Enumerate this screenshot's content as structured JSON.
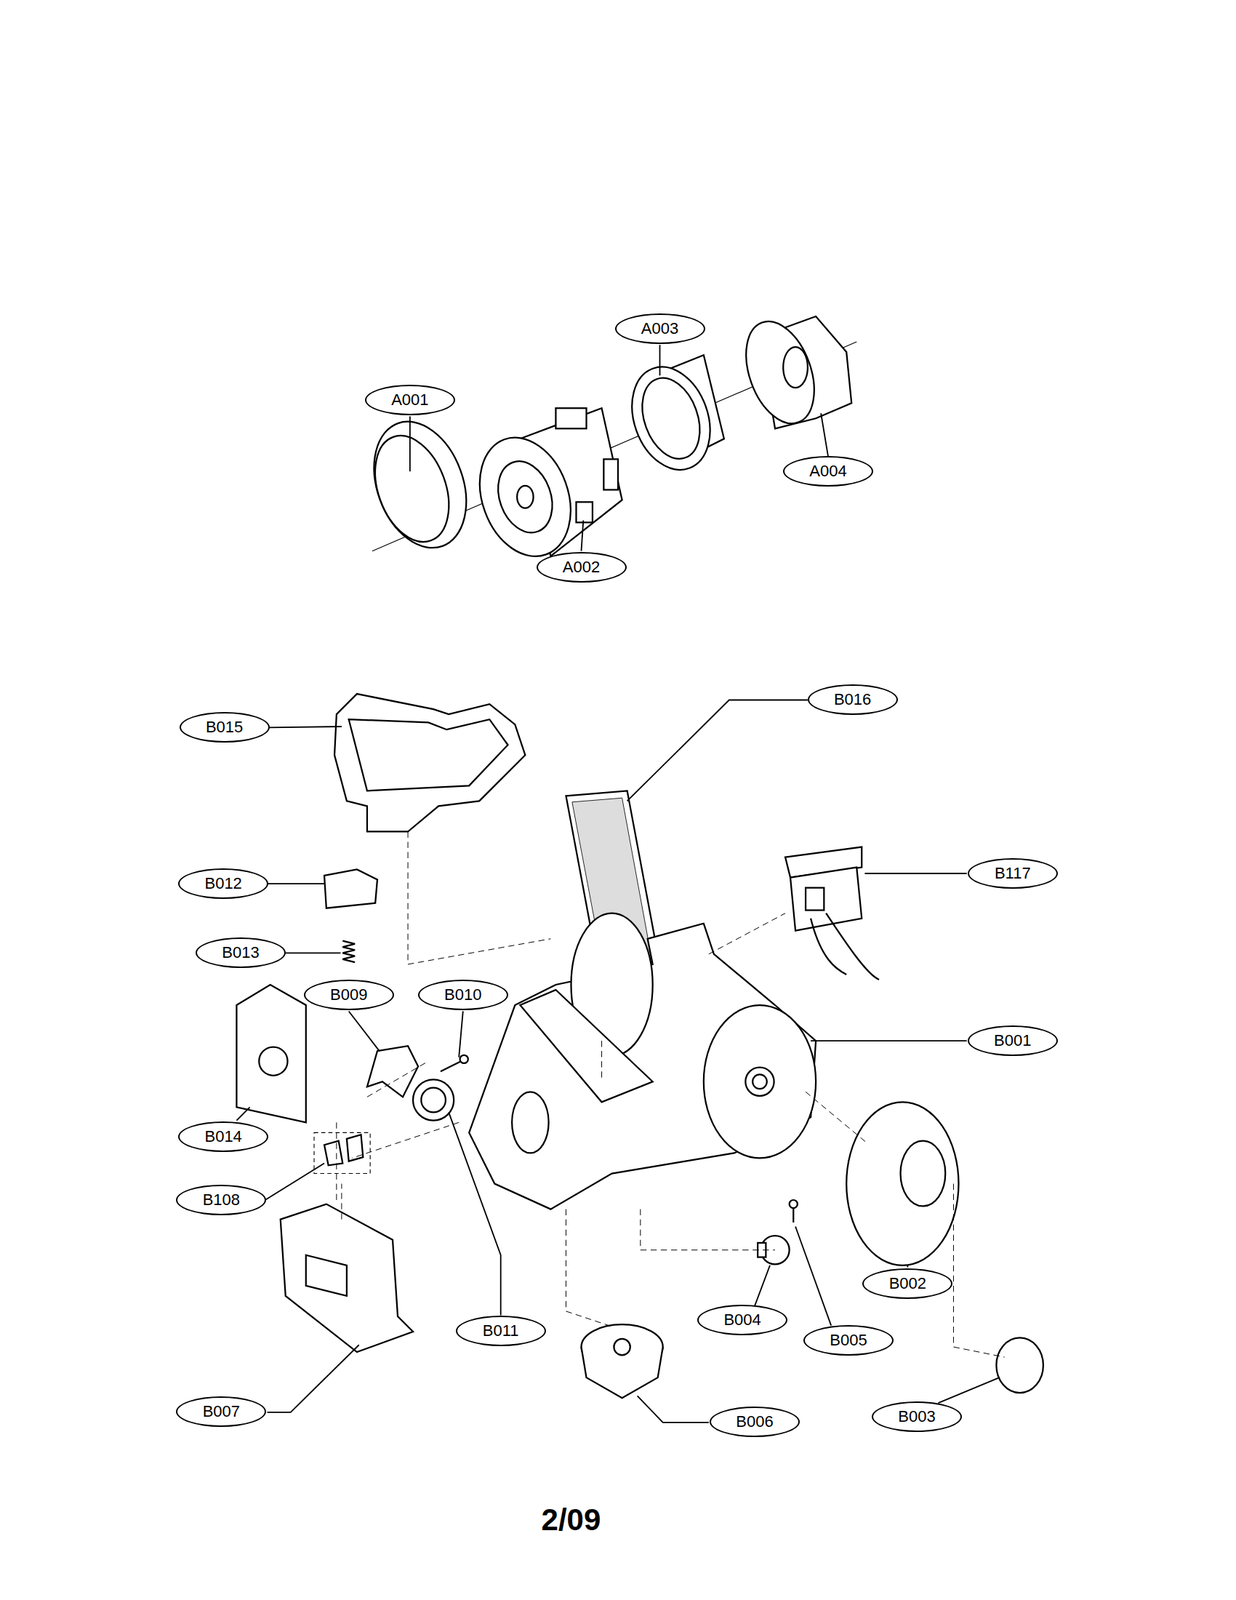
{
  "diagram": {
    "nodes": [
      {
        "text": [
          "A003"
        ]
      },
      {
        "text": [
          "A001"
        ]
      },
      {
        "text": [
          "A004"
        ]
      },
      {
        "text": [
          "A002"
        ]
      },
      {
        "text": [
          "B016"
        ]
      },
      {
        "text": [
          "B015"
        ]
      },
      {
        "text": [
          "B117"
        ]
      },
      {
        "text": [
          "B012"
        ]
      },
      {
        "text": [
          "B013"
        ]
      },
      {
        "text": [
          "B009"
        ]
      },
      {
        "text": [
          "B010"
        ]
      },
      {
        "text": [
          "B001"
        ]
      },
      {
        "text": [
          "B014"
        ]
      },
      {
        "text": [
          "B108"
        ]
      },
      {
        "text": [
          "B011"
        ]
      },
      {
        "text": [
          "B002"
        ]
      },
      {
        "text": [
          "B004"
        ]
      },
      {
        "text": [
          "B005"
        ]
      },
      {
        "text": [
          "B006"
        ]
      },
      {
        "text": [
          "B007"
        ]
      },
      {
        "text": [
          "B003"
        ]
      }
    ],
    "edges": [],
    "labels": [
      "2/09"
    ]
  }
}
